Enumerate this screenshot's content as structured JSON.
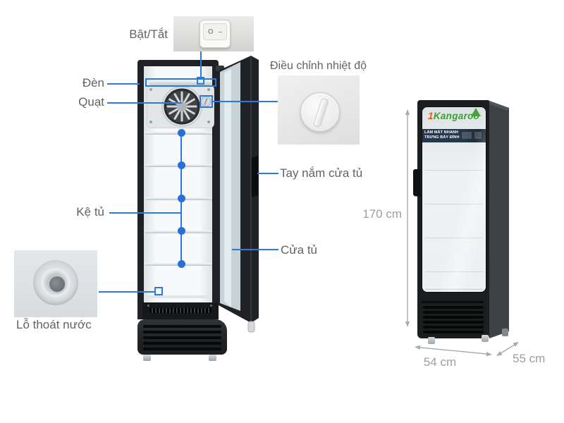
{
  "callouts": {
    "power": "Bật/Tắt",
    "light": "Đèn",
    "fan": "Quạt",
    "shelf": "Kệ tủ",
    "drain": "Lỗ thoát nước",
    "temperature": "Điều chỉnh nhiệt độ",
    "handle": "Tay nắm cửa tủ",
    "door": "Cửa tủ"
  },
  "dimensions": {
    "height": "170 cm",
    "width": "54 cm",
    "depth": "55 cm"
  },
  "brand": {
    "prefix": "1",
    "name": "Kangaroo"
  },
  "banner": {
    "line1": "LÀM MÁT NHANH",
    "line2": "TRƯNG BÀY ĐỈNH"
  },
  "switch": {
    "off_symbol": "O",
    "on_symbol": "–"
  },
  "colors": {
    "callout_blue": "#2b79de",
    "label_gray": "#5f6368",
    "dimension_gray": "#9aa0a6",
    "brand_orange": "#e8580f",
    "brand_green": "#3f9c35"
  }
}
